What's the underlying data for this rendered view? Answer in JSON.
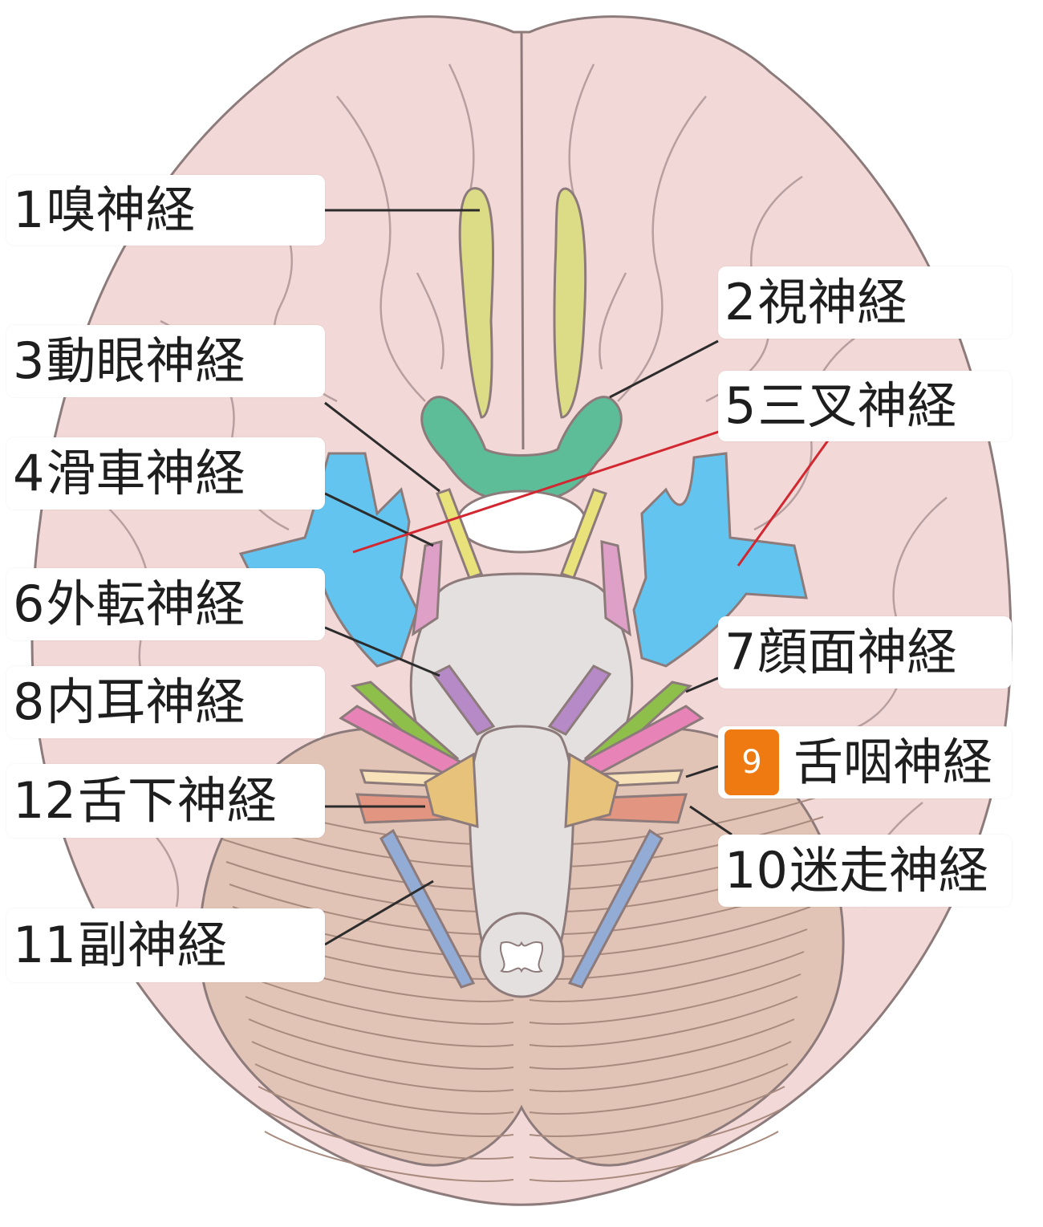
{
  "colors": {
    "brain": "#f2d8d6",
    "brain_outline": "#8d7b7b",
    "cerebellum": "#e2c4b6",
    "brainstem": "#e3e0df",
    "olfactory": "#dcdc86",
    "optic": "#5ebd99",
    "oculomotor": "#e9e27a",
    "trochlear": "#dfa0c8",
    "trigeminal": "#62c4ef",
    "abducens": "#b58ac6",
    "facial": "#8ebf4a",
    "vestibulocochlear": "#e883b8",
    "glossopharyngeal": "#f6e1b9",
    "vagus": "#e29580",
    "accessory": "#93acd6",
    "hypoglossal": "#e6c27a",
    "leader": "#2c2c2c",
    "highlight_leader": "#d22730",
    "badge": "#f07a12"
  },
  "labels": {
    "n1": {
      "num": "1",
      "name": "嗅神経"
    },
    "n2": {
      "num": "2",
      "name": "視神経"
    },
    "n3": {
      "num": "3",
      "name": "動眼神経"
    },
    "n4": {
      "num": "4",
      "name": "滑車神経"
    },
    "n5": {
      "num": "5",
      "name": "三叉神経"
    },
    "n6": {
      "num": "6",
      "name": "外転神経"
    },
    "n7": {
      "num": "7",
      "name": "顔面神経"
    },
    "n8": {
      "num": "8",
      "name": "内耳神経"
    },
    "n9": {
      "num": "9",
      "name": "舌咽神経"
    },
    "n10": {
      "num": "10",
      "name": "迷走神経"
    },
    "n11": {
      "num": "11",
      "name": "副神経"
    },
    "n12": {
      "num": "12",
      "name": "舌下神経"
    }
  }
}
